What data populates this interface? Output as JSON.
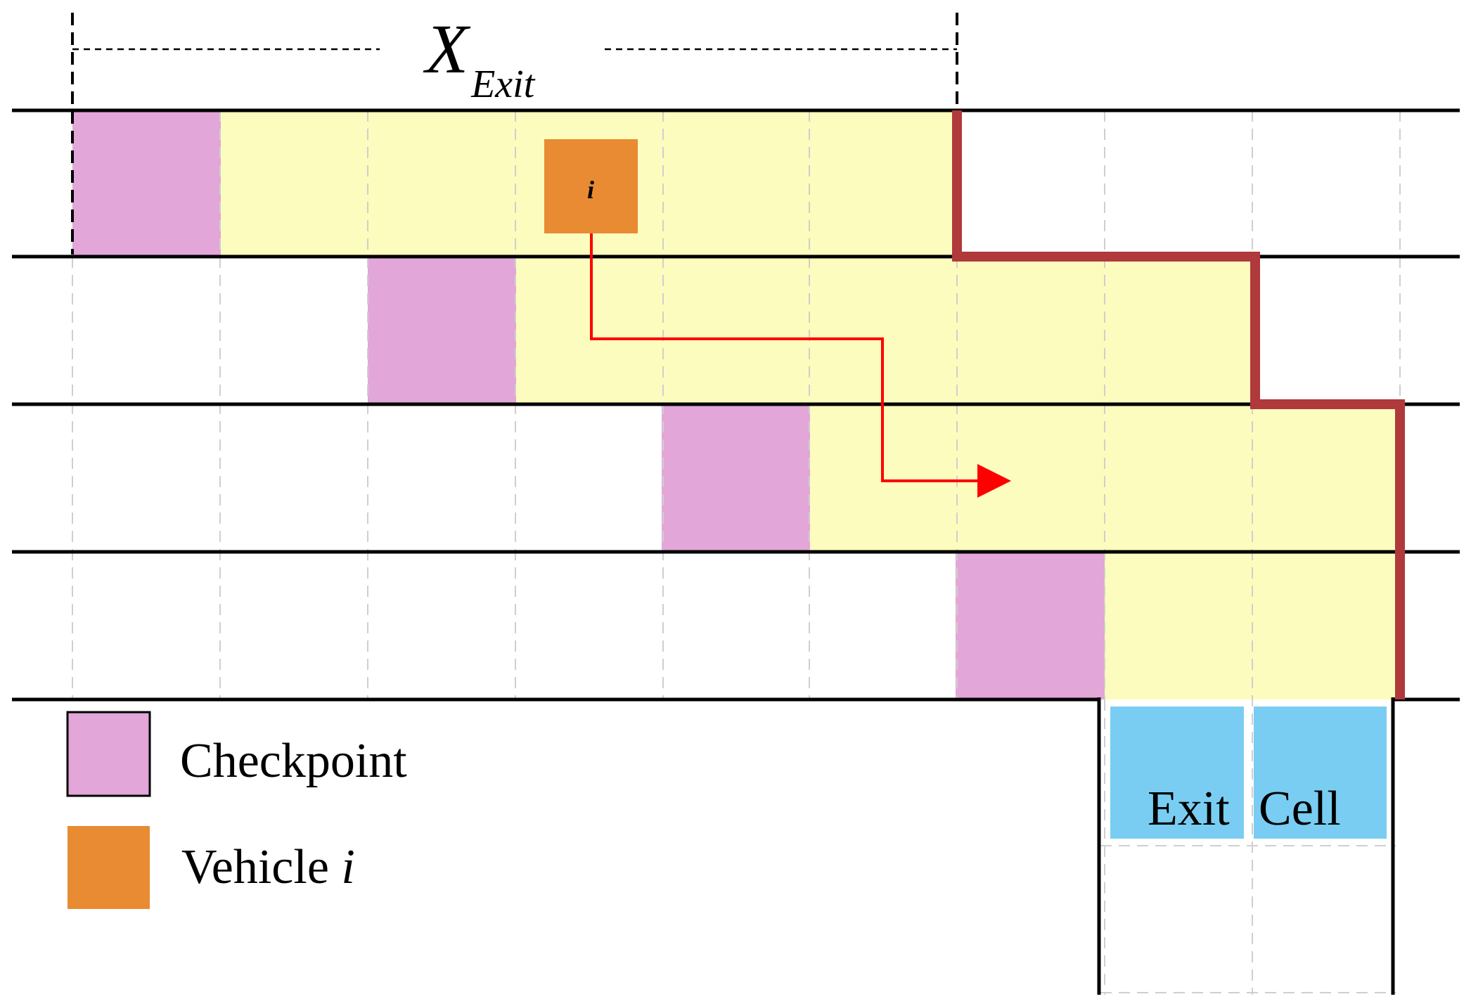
{
  "dimension": {
    "symbol": "X",
    "subscript": "Exit"
  },
  "vehicle": {
    "label": "i"
  },
  "exit": {
    "word1": "Exit",
    "word2": "Cell"
  },
  "legend": {
    "items": [
      {
        "label": "Checkpoint",
        "italic": ""
      },
      {
        "label": "Vehicle ",
        "italic": "i"
      }
    ]
  },
  "colors": {
    "checkpoint": "#e2a6d8",
    "vehicle": "#e88b32",
    "reachable_zone": "#fcfcbe",
    "exit_cell": "#79cdf2",
    "boundary": "#b0393b",
    "path_arrow": "#ff0000",
    "lane_line": "#000000",
    "grid_line": "#cfcfcf"
  }
}
